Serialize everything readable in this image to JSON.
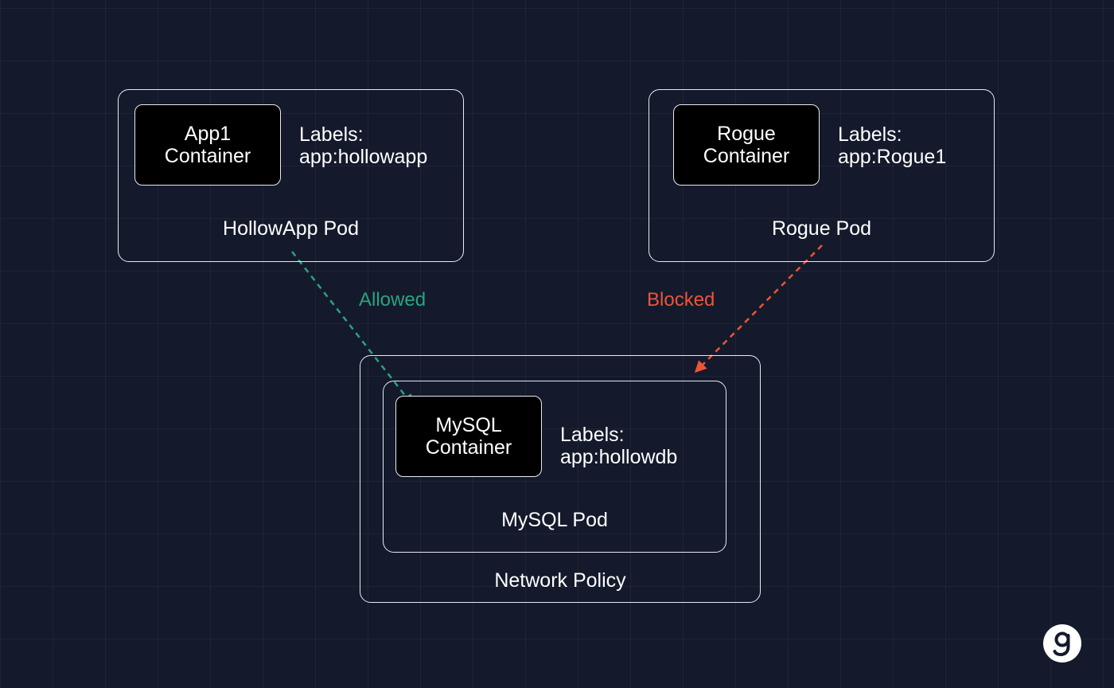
{
  "colors": {
    "background": "#141a2c",
    "stroke": "#e8eaf0",
    "allowed": "#2aa37f",
    "blocked": "#ee5436"
  },
  "hollowapp_pod": {
    "container": {
      "line1": "App1",
      "line2": "Container"
    },
    "labels": {
      "title": "Labels:",
      "value": "app:hollowapp"
    },
    "caption": "HollowApp Pod"
  },
  "rogue_pod": {
    "container": {
      "line1": "Rogue",
      "line2": "Container"
    },
    "labels": {
      "title": "Labels:",
      "value": "app:Rogue1"
    },
    "caption": "Rogue Pod"
  },
  "network_policy": {
    "caption": "Network Policy",
    "mysql_pod": {
      "container": {
        "line1": "MySQL",
        "line2": "Container"
      },
      "labels": {
        "title": "Labels:",
        "value": "app:hollowdb"
      },
      "caption": "MySQL Pod"
    }
  },
  "connections": {
    "allowed": {
      "label": "Allowed"
    },
    "blocked": {
      "label": "Blocked"
    }
  },
  "logo": {
    "icon": "g-logo-icon"
  }
}
